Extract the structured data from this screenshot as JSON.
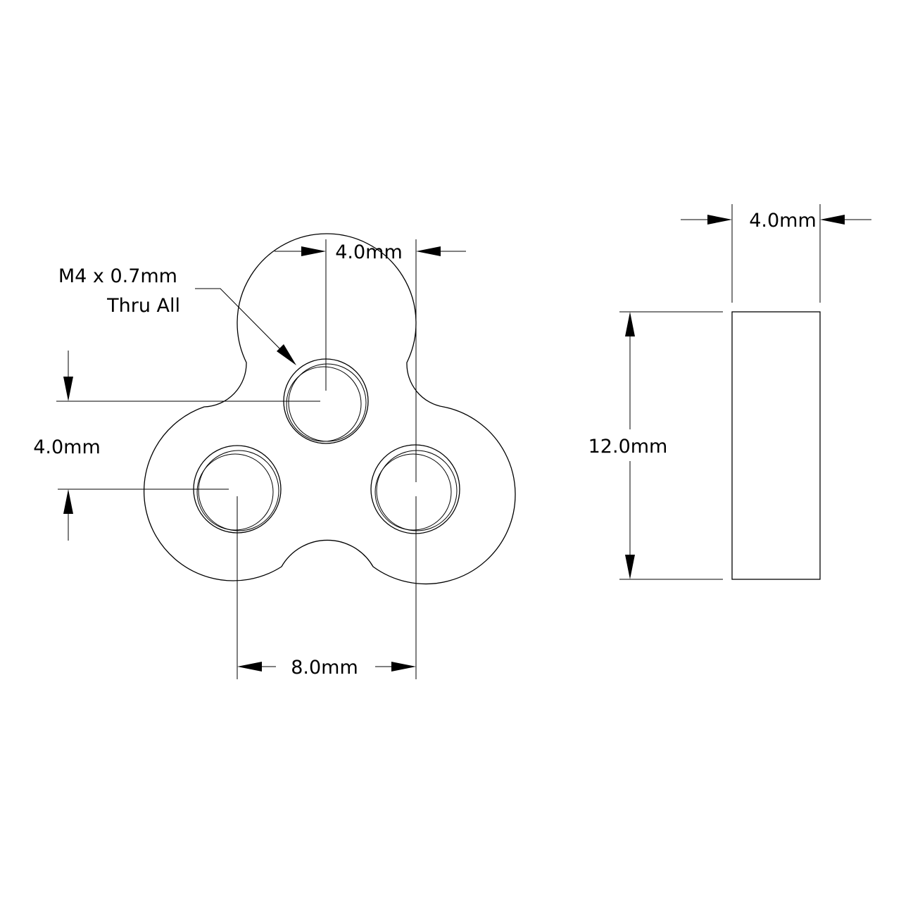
{
  "front_view": {
    "hole_callout_line1": "M4 x 0.7mm",
    "hole_callout_line2": "Thru All",
    "dim_top_horizontal": "4.0mm",
    "dim_left_vertical": "4.0mm",
    "dim_bottom_horizontal": "8.0mm"
  },
  "side_view": {
    "dim_width": "4.0mm",
    "dim_height": "12.0mm"
  },
  "colors": {
    "line": "#000000",
    "background": "#ffffff"
  }
}
